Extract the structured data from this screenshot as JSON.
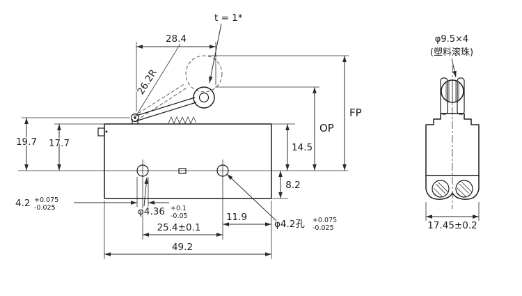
{
  "page": {
    "background": "#ffffff",
    "ink": "#1c1c1c"
  },
  "front_view": {
    "dims": {
      "lever_thickness": "t = 1*",
      "lever_span": "28.4",
      "lever_radius": "26.2R",
      "height_pivot": "19.7",
      "height_body": "17.7",
      "fp": "FP",
      "op": "OP",
      "top_to_holes": "14.5",
      "holes_to_bottom": "8.2",
      "slot_width": "4.2",
      "slot_tol_plus": "+0.075",
      "slot_tol_minus": "-0.025",
      "hole_small": "φ4.36",
      "hole_small_tol_plus": "+0.1",
      "hole_small_tol_minus": "-0.05",
      "hole_pitch": "25.4±0.1",
      "hole_to_edge": "11.9",
      "mount_hole": "φ4.2孔",
      "mount_hole_tol_plus": "+0.075",
      "mount_hole_tol_minus": "-0.025",
      "overall_width": "49.2"
    }
  },
  "side_view": {
    "labels": {
      "roller_size": "φ9.5×4",
      "roller_material": "(塑料滚珠)",
      "overall_depth": "17.45±0.2"
    }
  }
}
